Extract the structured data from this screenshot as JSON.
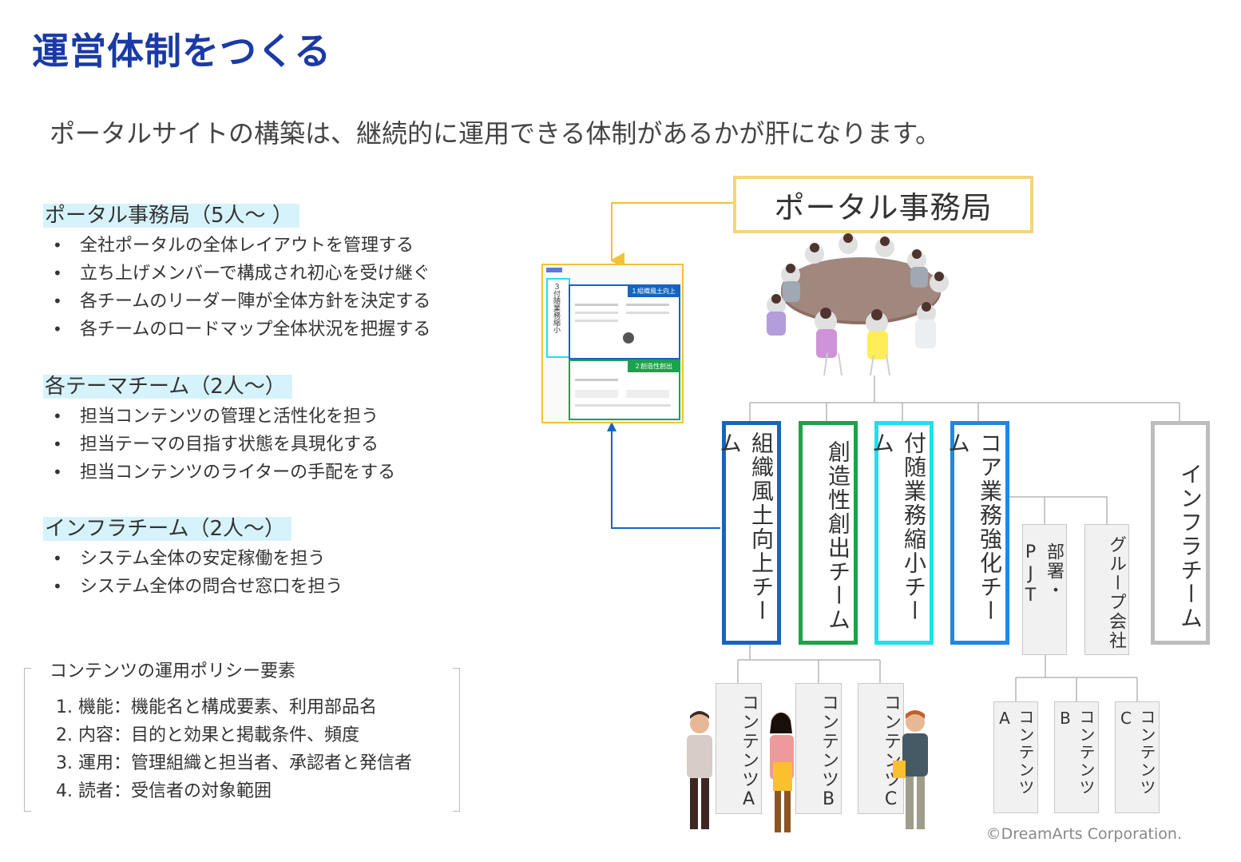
{
  "title": "運営体制をつくる",
  "subtitle": "ポータルサイトの構築は、継続的に運用できる体制があるかが肝になります。",
  "sections": [
    {
      "heading": "ポータル事務局（5人～ ）",
      "bullets": [
        "全社ポータルの全体レイアウトを管理する",
        "立ち上げメンバーで構成され初心を受け継ぐ",
        "各チームのリーダー陣が全体方針を決定する",
        "各チームのロードマップ全体状況を把握する"
      ]
    },
    {
      "heading": "各テーマチーム（2人～）",
      "bullets": [
        "担当コンテンツの管理と活性化を担う",
        "担当テーマの目指す状態を具現化する",
        "担当コンテンツのライターの手配をする"
      ]
    },
    {
      "heading": "インフラチーム（2人～）",
      "bullets": [
        "システム全体の安定稼働を担う",
        "システム全体の問合せ窓口を担う"
      ]
    }
  ],
  "policy": {
    "title": "コンテンツの運用ポリシー要素",
    "items": [
      "1.  機能：機能名と構成要素、利用部品名",
      "2.  内容：目的と効果と掲載条件、頻度",
      "3.  運用：管理組織と担当者、承認者と発信者",
      "4.  読者：受信者の対象範囲"
    ]
  },
  "diagram": {
    "portal_office": "ポータル事務局",
    "teams": [
      {
        "label": "組織風土向上チーム",
        "color": "#1565c0"
      },
      {
        "label": "創造性創出チーム",
        "color": "#1aa34a"
      },
      {
        "label": "付随業務縮小チーム",
        "color": "#1ee0ee"
      },
      {
        "label": "コア業務強化チーム",
        "color": "#1e88e5"
      },
      {
        "label": "インフラチーム",
        "color": "#bdbdbd"
      }
    ],
    "core_subs": [
      "部署・PJT",
      "グループ会社"
    ],
    "contents_left": [
      "コンテンツA",
      "コンテンツB",
      "コンテンツC"
    ],
    "contents_right": [
      "コンテンツA",
      "コンテンツB",
      "コンテンツC"
    ],
    "screenshot": {
      "panel1": "１組織風土向上",
      "panel2": "２創造性創出",
      "panel3": "３付随業務縮小"
    }
  },
  "copyright": "©DreamArts Corporation."
}
